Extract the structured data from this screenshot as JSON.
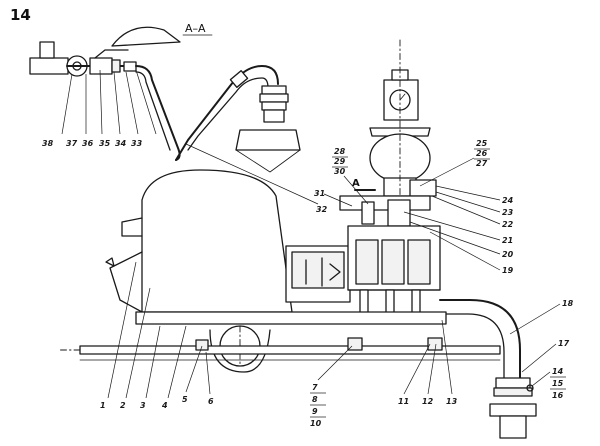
{
  "figure_number": "14",
  "section_title": "А–А",
  "section_marks": [
    "А",
    "А"
  ],
  "callouts": {
    "c1": "1",
    "c2": "2",
    "c3": "3",
    "c4": "4",
    "c5": "5",
    "c6": "6",
    "c7": "7",
    "c8": "8",
    "c9": "9",
    "c10": "10",
    "c11": "11",
    "c12": "12",
    "c13": "13",
    "c14": "14",
    "c15": "15",
    "c16": "16",
    "c17": "17",
    "c18": "18",
    "c19": "19",
    "c20": "20",
    "c21": "21",
    "c22": "22",
    "c23": "23",
    "c24": "24",
    "c25": "25",
    "c26": "26",
    "c27": "27",
    "c28": "28",
    "c29": "29",
    "c30": "30",
    "c31": "31",
    "c32": "32",
    "c33": "33",
    "c34": "34",
    "c35": "35",
    "c36": "36",
    "c37": "37",
    "c38": "38"
  }
}
